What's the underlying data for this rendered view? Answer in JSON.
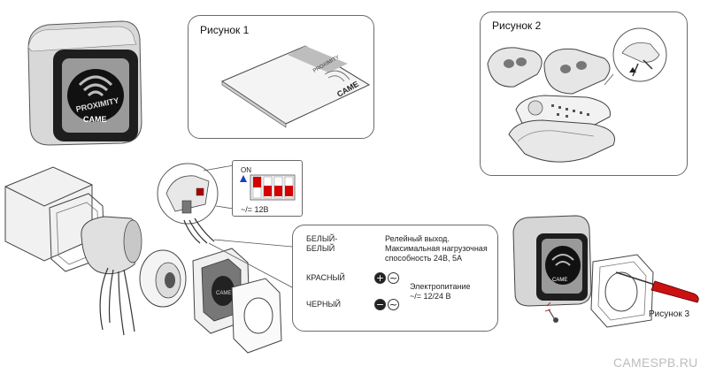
{
  "figure1": {
    "title": "Рисунок 1",
    "card_brand": "CAME",
    "card_text": "PROXIMITY"
  },
  "figure2": {
    "title": "Рисунок 2"
  },
  "figure3": {
    "title": "Рисунок 3"
  },
  "device": {
    "brand": "CAME",
    "model": "PROXIMITY"
  },
  "dip": {
    "label_on": "ON",
    "voltage": "~/= 12В"
  },
  "wiring": {
    "white_label": "БЕЛЫЙ-\nБЕЛЫЙ",
    "white_desc": "Релейный выход.\nМаксимальная нагрузочная\nспособность 24В, 5А",
    "red_label": "КРАСНЫЙ",
    "black_label": "ЧЕРНЫЙ",
    "plus_symbol": "+",
    "minus_symbol": "−",
    "ac_symbol": "~",
    "power_desc": "Электропитание\n~/= 12/24 В"
  },
  "watermark": "CAMESPB.RU"
}
